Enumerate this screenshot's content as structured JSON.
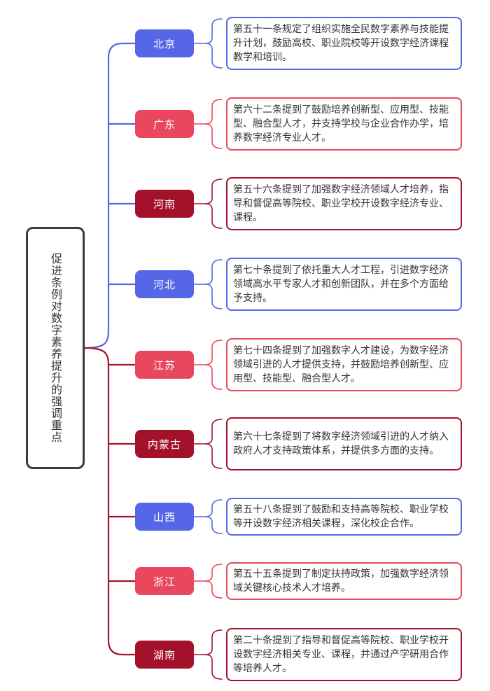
{
  "root": {
    "title": "促进条例对数字素养提升的强调重点"
  },
  "colors": {
    "blue": "#5567e6",
    "red": "#e8475d",
    "darkred": "#a3122a",
    "root_border": "#3b3b3b"
  },
  "items": [
    {
      "region": "北京",
      "style": "blue",
      "text": "第五十一条规定了组织实施全民数字素养与技能提升计划，鼓励高校、职业院校等开设数字经济课程教学和培训。"
    },
    {
      "region": "广东",
      "style": "red",
      "text": "第六十二条提到了鼓励培养创新型、应用型、技能型、融合型人才，并支持学校与企业合作办学，培养数字经济专业人才。"
    },
    {
      "region": "河南",
      "style": "darkred",
      "text": "第五十六条提到了加强数字经济领域人才培养，指导和督促高等院校、职业学校开设数字经济专业、课程。"
    },
    {
      "region": "河北",
      "style": "blue",
      "text": "第七十条提到了依托重大人才工程，引进数字经济领域高水平专家人才和创新团队，并在多个方面给予支持。"
    },
    {
      "region": "江苏",
      "style": "red",
      "text": "第七十四条提到了加强数字人才建设，为数字经济领域引进的人才提供支持，并鼓励培养创新型、应用型、技能型、融合型人才。"
    },
    {
      "region": "内蒙古",
      "style": "darkred",
      "text": "第六十七条提到了将数字经济领域引进的人才纳入政府人才支持政策体系，并提供多方面的支持。"
    },
    {
      "region": "山西",
      "style": "blue",
      "text": "第五十八条提到了鼓励和支持高等院校、职业学校等开设数字经济相关课程，深化校企合作。"
    },
    {
      "region": "浙江",
      "style": "red",
      "text": "第五十五条提到了制定扶持政策，加强数字经济领域关键核心技术人才培养。"
    },
    {
      "region": "湖南",
      "style": "darkred",
      "text": "第二十条提到了指导和督促高等院校、职业学校开设数字经济相关专业、课程，并通过产学研用合作等培养人才。"
    }
  ]
}
